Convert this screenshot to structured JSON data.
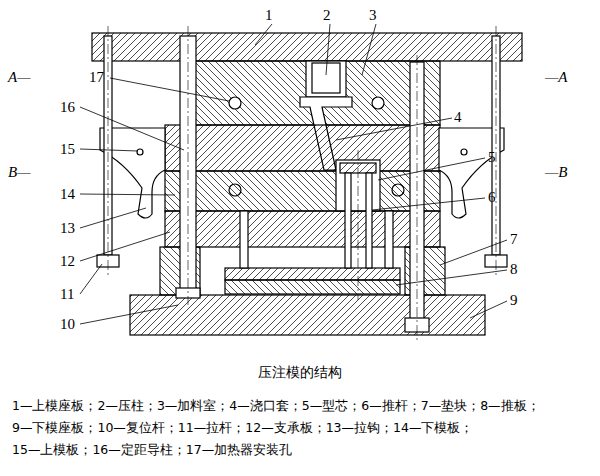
{
  "diagram": {
    "caption": "压注模的结构",
    "labels": [
      "1",
      "2",
      "3",
      "A—",
      "—A",
      "17",
      "4",
      "16",
      "5",
      "15",
      "B—",
      "—B",
      "14",
      "6",
      "13",
      "7",
      "12",
      "8",
      "11",
      "9",
      "10",
      "1—上模座板；2—压柱；3—加料室；4—浇口套；5—型芯；6—推杆；7—垫块；8—推板；",
      "9—下模座板；10—复位杆；11—拉杆；12—支承板；13—拉钩；14—下模板；",
      "15—上模板；16—定距导柱；17—加热器安装孔"
    ]
  }
}
